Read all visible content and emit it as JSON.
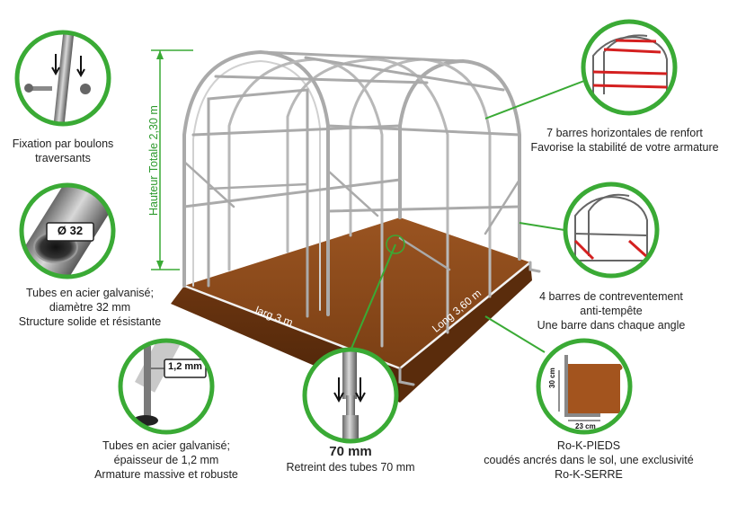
{
  "accent_color": "#3aaa35",
  "floor_color": "#8b4a1c",
  "dimensions": {
    "height_label": "Hauteur Totale 2,30 m",
    "width_label": "larg 3 m",
    "length_label": "Long 3,60 m"
  },
  "callouts": {
    "bolts": {
      "icon": "bolt-fixing-icon",
      "lines": [
        "Fixation par boulons",
        "traversants"
      ]
    },
    "tube_diameter": {
      "badge": "Ø 32",
      "lines": [
        "Tubes en acier galvanisé;",
        "diamètre 32 mm",
        "Structure solide et résistante"
      ]
    },
    "tube_thickness": {
      "badge": "1,2 mm",
      "lines": [
        "Tubes en acier galvanisé;",
        "épaisseur de 1,2 mm",
        "Armature massive et robuste"
      ]
    },
    "shrink": {
      "title": "70 mm",
      "lines": [
        "Retreint des tubes 70 mm"
      ]
    },
    "feet": {
      "label_height": "30 cm",
      "label_width": "23 cm",
      "lines": [
        "Ro-K-PIEDS",
        "coudés ancrés dans le sol, une exclusivité",
        "Ro-K-SERRE"
      ]
    },
    "bracing": {
      "lines": [
        "4 barres de contreventement",
        "anti-tempête",
        "Une barre dans chaque angle"
      ]
    },
    "reinforcement": {
      "lines": [
        "7 barres horizontales de renfort",
        "Favorise la stabilité de votre armature"
      ]
    }
  }
}
